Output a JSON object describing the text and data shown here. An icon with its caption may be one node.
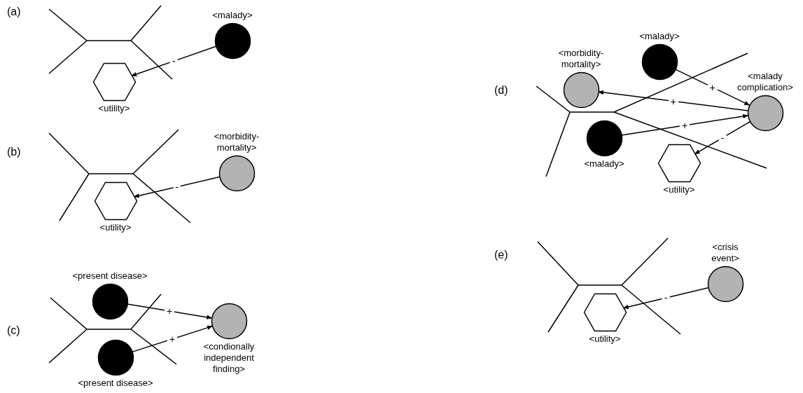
{
  "diagram": {
    "nodes": [
      {
        "text": [
          "<malady>"
        ]
      },
      {
        "text": [
          "<utility>"
        ]
      },
      {
        "text": [
          "<morbidity- mortality>"
        ]
      },
      {
        "text": [
          "<utility>"
        ]
      },
      {
        "text": [
          "<present disease>"
        ]
      },
      {
        "text": [
          "<present disease>"
        ]
      },
      {
        "text": [
          "<condionally independent finding>"
        ]
      },
      {
        "text": [
          "<morbidity- mortality>"
        ]
      },
      {
        "text": [
          "<malady>"
        ]
      },
      {
        "text": [
          "<malady complication>"
        ]
      },
      {
        "text": [
          "<malady>"
        ]
      },
      {
        "text": [
          "<utility>"
        ]
      },
      {
        "text": [
          "<crisis event>"
        ]
      },
      {
        "text": [
          "<utility>"
        ]
      }
    ],
    "edges": [
      {
        "from": 0,
        "to": 1,
        "arrow": "to",
        "label": "-"
      },
      {
        "from": 2,
        "to": 3,
        "arrow": "to",
        "label": "-"
      },
      {
        "from": 4,
        "to": 6,
        "arrow": "to",
        "label": "+"
      },
      {
        "from": 5,
        "to": 6,
        "arrow": "to",
        "label": "+"
      },
      {
        "from": 8,
        "to": 9,
        "arrow": "to",
        "label": "+"
      },
      {
        "from": 9,
        "to": 7,
        "arrow": "to",
        "label": "+"
      },
      {
        "from": 10,
        "to": 9,
        "arrow": "to",
        "label": "+"
      },
      {
        "from": 9,
        "to": 11,
        "arrow": "to",
        "label": "-"
      },
      {
        "from": 12,
        "to": 13,
        "arrow": "to",
        "label": "-"
      }
    ],
    "labels": [
      "(a)",
      "(b)",
      "(c)",
      "(d)",
      "(e)"
    ]
  }
}
